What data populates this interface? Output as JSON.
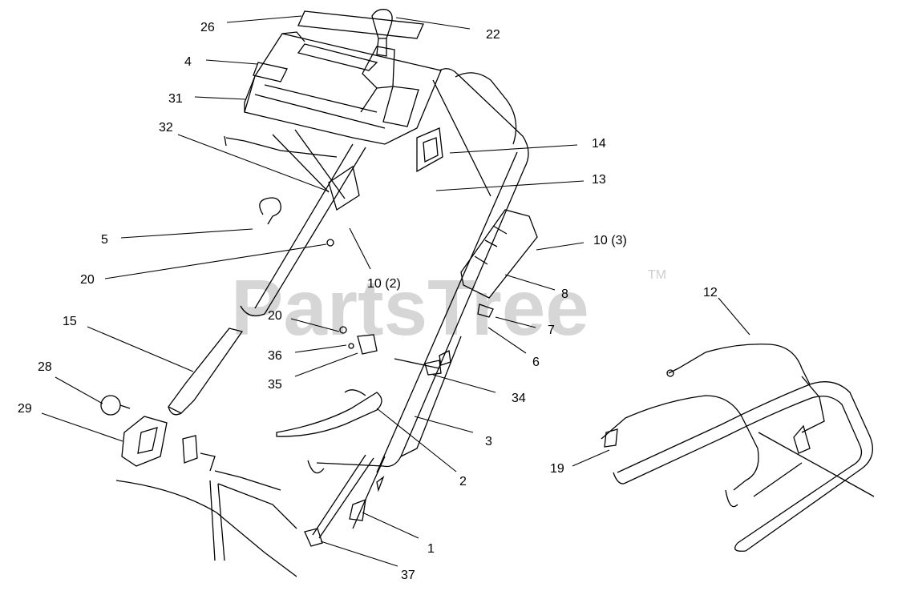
{
  "watermark": {
    "text": "PartsTree",
    "mark": "TM"
  },
  "callouts": [
    {
      "id": "c26",
      "label": "26"
    },
    {
      "id": "c22",
      "label": "22"
    },
    {
      "id": "c4",
      "label": "4"
    },
    {
      "id": "c31",
      "label": "31"
    },
    {
      "id": "c32",
      "label": "32"
    },
    {
      "id": "c14",
      "label": "14"
    },
    {
      "id": "c13",
      "label": "13"
    },
    {
      "id": "c10-3",
      "label": "10 (3)"
    },
    {
      "id": "c5",
      "label": "5"
    },
    {
      "id": "c20a",
      "label": "20"
    },
    {
      "id": "c10-2",
      "label": "10 (2)"
    },
    {
      "id": "c8",
      "label": "8"
    },
    {
      "id": "c12",
      "label": "12"
    },
    {
      "id": "c15",
      "label": "15"
    },
    {
      "id": "c20b",
      "label": "20"
    },
    {
      "id": "c7",
      "label": "7"
    },
    {
      "id": "c36",
      "label": "36"
    },
    {
      "id": "c6",
      "label": "6"
    },
    {
      "id": "c35",
      "label": "35"
    },
    {
      "id": "c28",
      "label": "28"
    },
    {
      "id": "c34",
      "label": "34"
    },
    {
      "id": "c29",
      "label": "29"
    },
    {
      "id": "c3",
      "label": "3"
    },
    {
      "id": "c19",
      "label": "19"
    },
    {
      "id": "c2",
      "label": "2"
    },
    {
      "id": "c1",
      "label": "1"
    },
    {
      "id": "c37",
      "label": "37"
    }
  ]
}
